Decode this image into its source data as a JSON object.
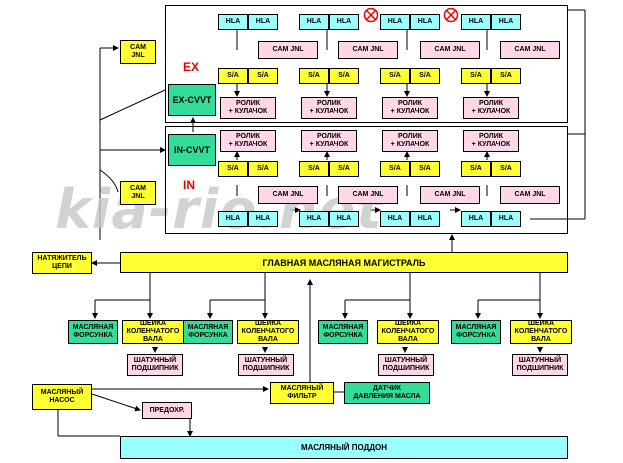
{
  "labels": {
    "ex": "EX",
    "in": "IN",
    "ex_cvvt": "EX-CVVT",
    "in_cvvt": "IN-CVVT",
    "hla": "HLA",
    "sa": "S/A",
    "cam_jnl": "CAM JNL",
    "cam_jnl_side": "CAM\nJNL",
    "roller_cam": "РОЛИК\n+ КУЛАЧОК",
    "main_gallery": "ГЛАВНАЯ МАСЛЯНАЯ МАГИСТРАЛЬ",
    "tensioner": "НАТЯЖИТЕЛЬ\nЦЕПИ",
    "oil_nozzle": "МАСЛЯНАЯ\nФОРСУНКА",
    "crank_journal": "ШЕЙКА\nКОЛЕНЧАТОГО ВАЛА",
    "conrod_bearing": "ШАТУННЫЙ\nПОДШИПНИК",
    "oil_pump": "МАСЛЯНЫЙ\nНАСОС",
    "relief_valve": "ПРЕДОХР.",
    "oil_filter": "МАСЛЯНЫЙ\nФИЛЬТР",
    "pressure_sensor": "ДАТЧИК\nДАВЛЕНИЯ МАСЛА",
    "oil_pan": "МАСЛЯНЫЙ ПОДДОН"
  },
  "watermark": "kia-rio.net",
  "colors": {
    "hla": "#99ffff",
    "cam_jnl": "#ffd7e6",
    "sa": "#ffff33",
    "cvvt": "#33dd99",
    "accent_red": "#ee0000"
  },
  "icons": {
    "blocked_port": "crossed-circle-icon"
  }
}
